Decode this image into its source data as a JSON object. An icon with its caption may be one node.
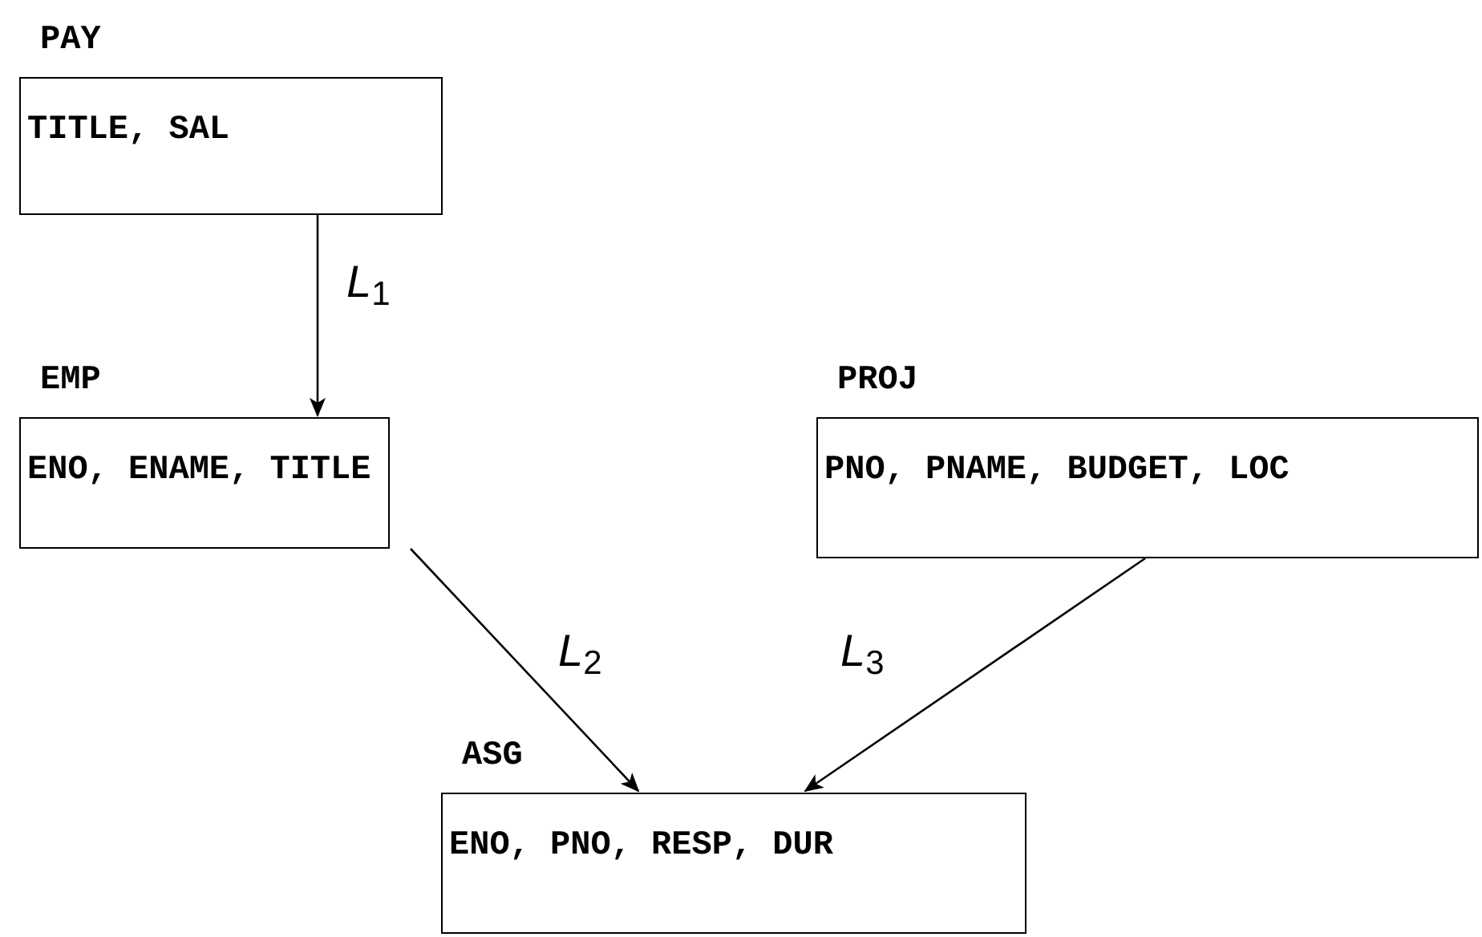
{
  "diagram": {
    "nodes": [
      {
        "text": [
          "PAY",
          "TITLE, SAL"
        ]
      },
      {
        "text": [
          "EMP",
          "ENO, ENAME, TITLE"
        ]
      },
      {
        "text": [
          "PROJ",
          "PNO, PNAME, BUDGET, LOC"
        ]
      },
      {
        "text": [
          "ASG",
          "ENO, PNO, RESP, DUR"
        ]
      }
    ],
    "edges": [
      {
        "from": 0,
        "to": 1,
        "arrow": "to",
        "label": "*L*$_{1}$"
      },
      {
        "from": 1,
        "to": 3,
        "arrow": "to",
        "label": "*L*$_{2}$"
      },
      {
        "from": 2,
        "to": 3,
        "arrow": "to",
        "label": "*L*$_{3}$"
      }
    ]
  }
}
